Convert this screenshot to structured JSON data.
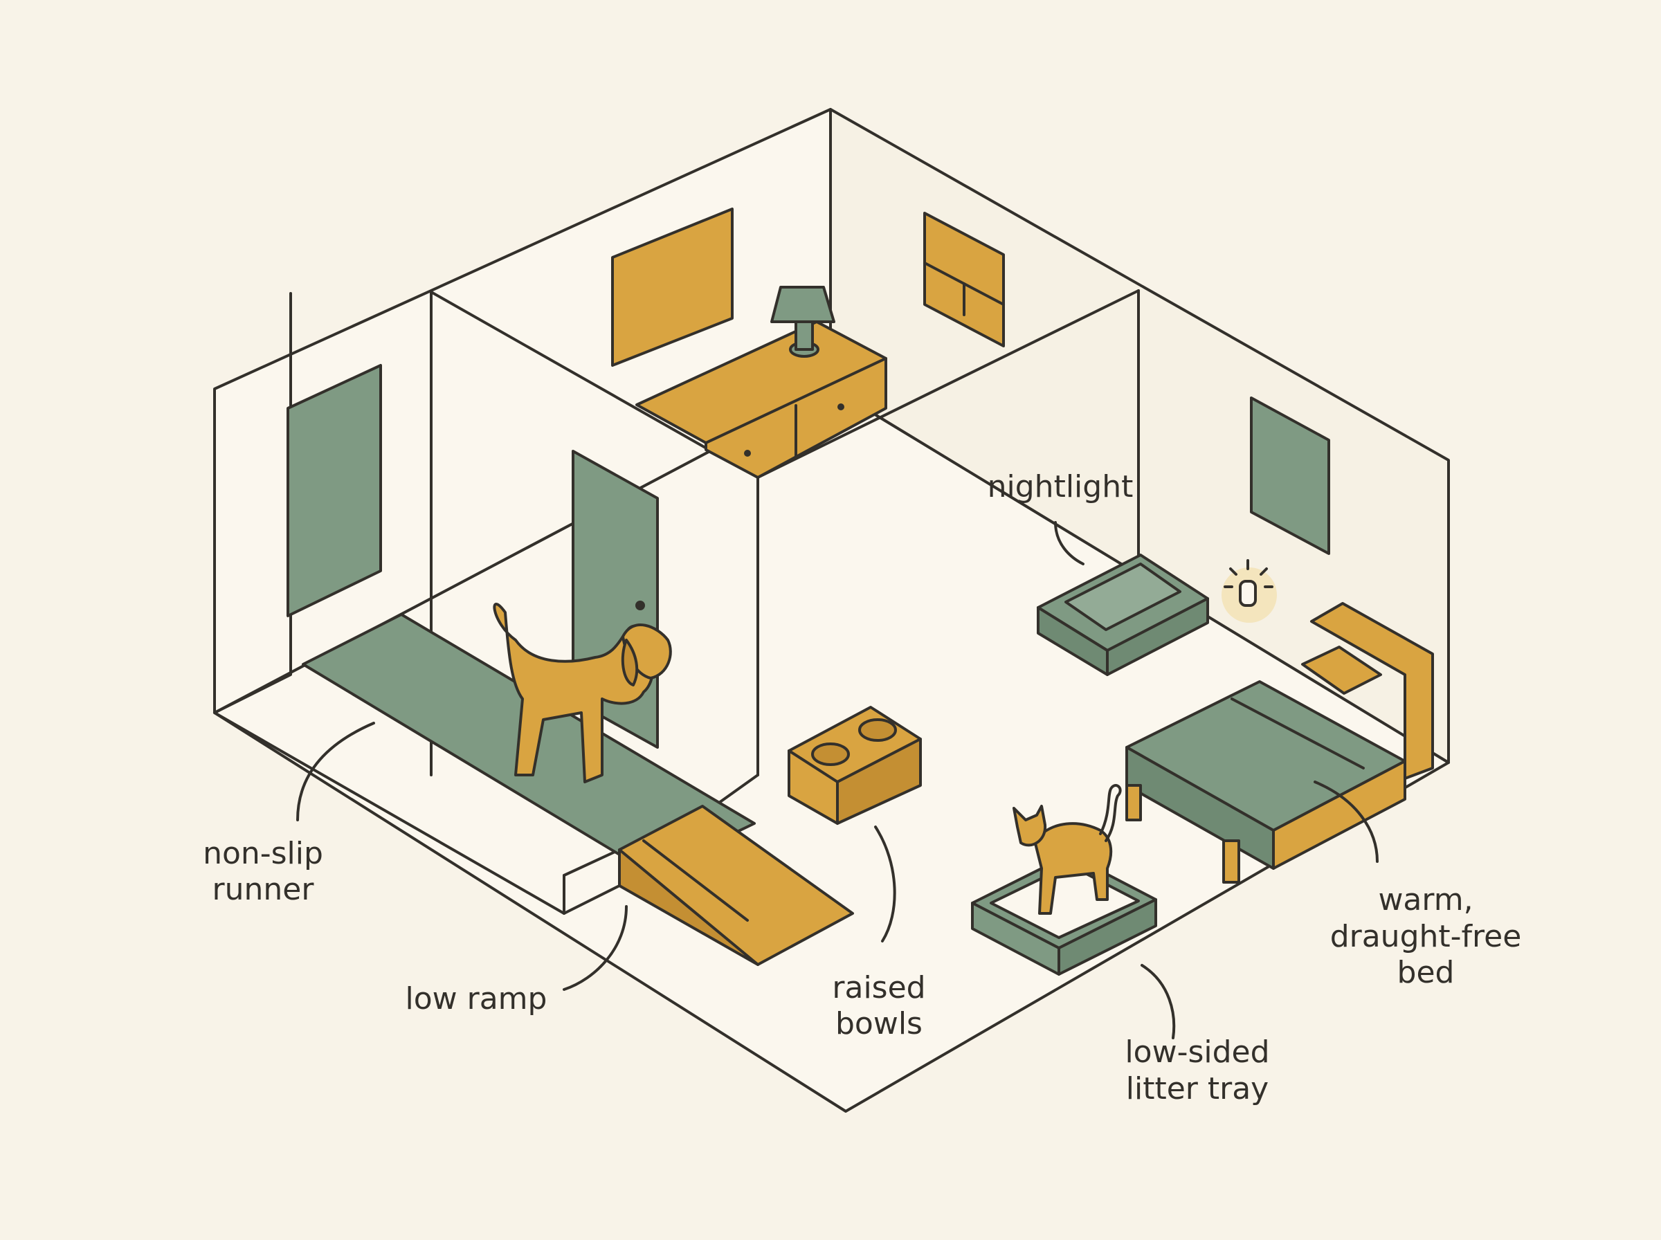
{
  "colors": {
    "background": "#f8f3e8",
    "wall": "#fbf7ee",
    "outline": "#33302b",
    "mustard": "#d9a441",
    "sage": "#7f9a83",
    "glow": "#f0c45a"
  },
  "icons": [
    "dog-icon",
    "cat-icon",
    "lamp-icon",
    "nightlight-icon"
  ],
  "labels": {
    "runner": [
      "non-slip",
      "runner"
    ],
    "ramp": [
      "low ramp"
    ],
    "bowls": [
      "raised",
      "bowls"
    ],
    "nightlight": [
      "nightlight"
    ],
    "litter": [
      "low-sided",
      "litter tray"
    ],
    "bed": [
      "warm,",
      "draught-free",
      "bed"
    ]
  }
}
